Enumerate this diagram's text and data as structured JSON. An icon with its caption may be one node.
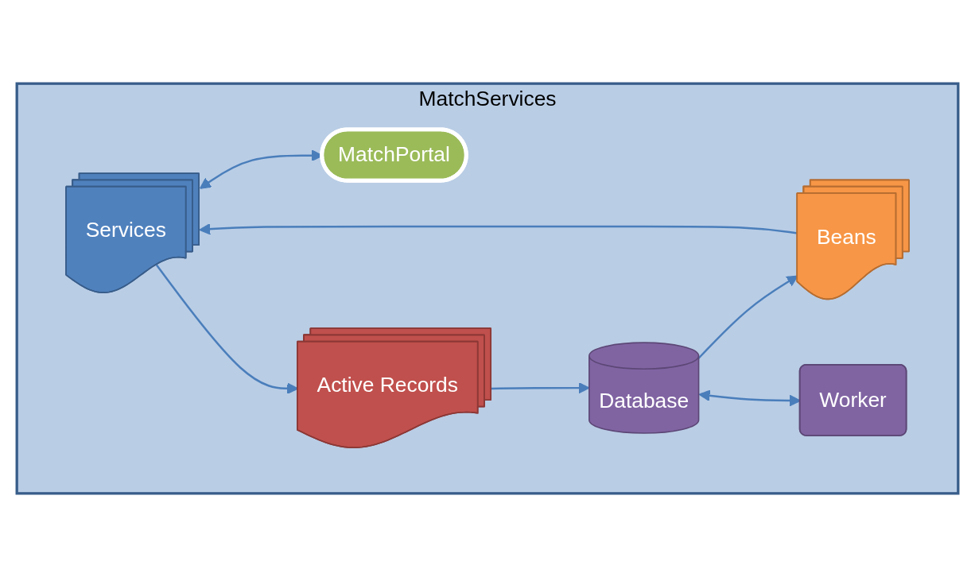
{
  "diagram": {
    "nodes": [
      {
        "text": [
          "MatchServices"
        ]
      },
      {
        "text": [
          "Services"
        ],
        "in": 0
      },
      {
        "text": [
          "MatchPortal"
        ],
        "in": 0
      },
      {
        "text": [
          "Beans"
        ],
        "in": 0
      },
      {
        "text": [
          "Active Records"
        ],
        "in": 0
      },
      {
        "text": [
          "Database"
        ],
        "in": 0
      },
      {
        "text": [
          "Worker"
        ],
        "in": 0
      }
    ],
    "edges": [
      {
        "from": 1,
        "to": 2,
        "arrow": "both"
      },
      {
        "from": 3,
        "to": 1,
        "arrow": "to"
      },
      {
        "from": 1,
        "to": 4,
        "arrow": "to"
      },
      {
        "from": 4,
        "to": 5,
        "arrow": "to"
      },
      {
        "from": 5,
        "to": 3,
        "arrow": "to"
      },
      {
        "from": 5,
        "to": 6,
        "arrow": "both"
      }
    ]
  }
}
